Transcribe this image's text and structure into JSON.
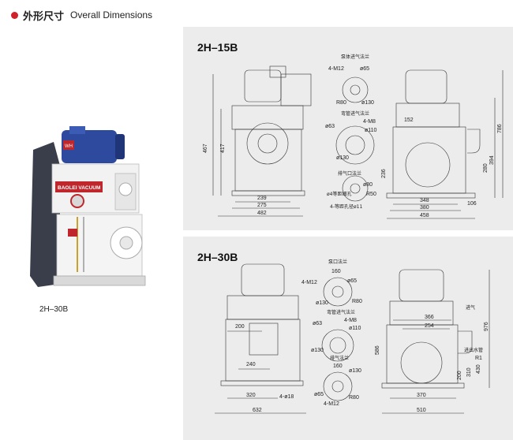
{
  "header": {
    "title_cn": "外形尺寸",
    "title_en": "Overall Dimensions"
  },
  "photo": {
    "caption": "2H–30B",
    "plate_text": "BAOLEI VACUUM",
    "motor_badge": "WH"
  },
  "colors": {
    "bullet": "#d0202a",
    "panel_bg": "#ececec",
    "motor_blue": "#2e4a9e",
    "body_white": "#f2f2f2",
    "label_red": "#c0272d"
  },
  "drawing_15b": {
    "model": "2H–15B",
    "labels": {
      "pump_inlet_flange": "泵体进气法兰",
      "bend_inlet_flange": "弯管进气法兰",
      "exhaust_flange": "排气口法兰",
      "holes_a": "4-M12",
      "holes_b": "4-M8",
      "holes_c": "ø65",
      "holes_d": "ø130",
      "holes_e": "R80",
      "holes_f": "ø63",
      "holes_g": "ø110",
      "holes_h": "ø130",
      "holes_i": "ø80",
      "holes_j": "R50",
      "holes_k": "ø4等距细孔",
      "holes_l": "4-等距孔径ø11",
      "side_152": "152"
    },
    "dims_left": {
      "w239": "239",
      "w275": "275",
      "w482": "482",
      "h467": "467",
      "h417": "417",
      "h236": "236"
    },
    "dims_right": {
      "w348": "348",
      "w380": "380",
      "w458": "458",
      "w106": "106",
      "h280": "280",
      "h394": "394",
      "h786": "786"
    }
  },
  "drawing_30b": {
    "model": "2H–30B",
    "labels": {
      "pump_flange": "泵口法兰",
      "bend_inlet_flange": "弯管进气法兰",
      "exhaust_flange": "排气法兰",
      "inlet": "进气",
      "water_pipe": "进出水管",
      "r1": "R1",
      "holes_a": "4-M12",
      "holes_a2": "4-M12",
      "holes_b": "4-M8",
      "d160": "160",
      "d160b": "160",
      "d65": "ø65",
      "d65b": "ø65",
      "d130": "ø130",
      "d130b": "ø130",
      "d130c": "ø130",
      "r80": "R80",
      "r80b": "R80",
      "d63": "ø63",
      "d110": "ø110",
      "d18": "4-ø18"
    },
    "dims_left": {
      "w200": "200",
      "w240": "240",
      "w320": "320",
      "w632": "632"
    },
    "dims_right": {
      "w366": "366",
      "w254": "254",
      "w370": "370",
      "w510": "510",
      "h586": "586",
      "h976": "976",
      "h200": "200",
      "h310": "310",
      "h430": "430"
    }
  }
}
